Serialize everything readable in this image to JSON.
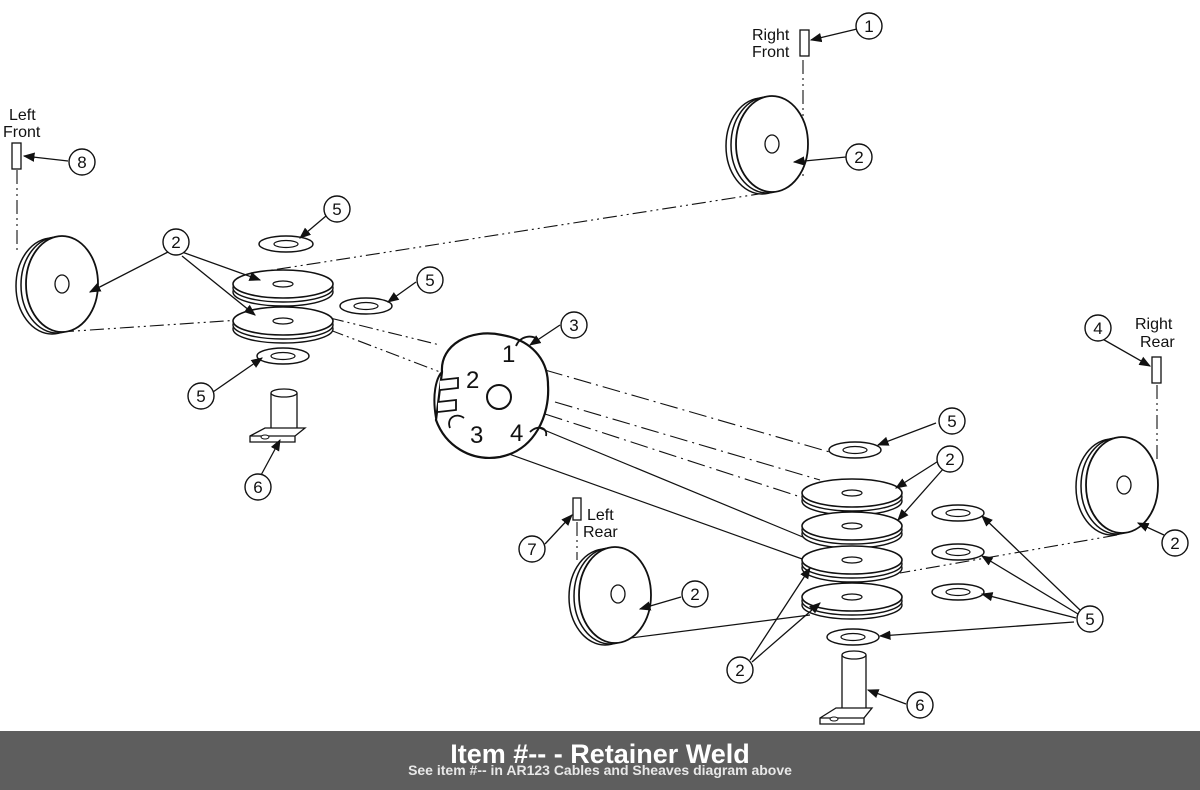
{
  "labels": {
    "right_front": [
      "Right",
      "Front"
    ],
    "left_front": [
      "Left",
      "Front"
    ],
    "right_rear": [
      "Right",
      "Rear"
    ],
    "left_rear": [
      "Left",
      "Rear"
    ]
  },
  "callouts": {
    "c1": "1",
    "c2": "2",
    "c3": "3",
    "c4": "4",
    "c5": "5",
    "c6": "6",
    "c7": "7",
    "c8": "8"
  },
  "plate_numbers": [
    "1",
    "2",
    "3",
    "4"
  ],
  "caption": {
    "title": "Item #-- - Retainer Weld",
    "subtitle": "See item #-- in AR123 Cables and Sheaves diagram above"
  }
}
